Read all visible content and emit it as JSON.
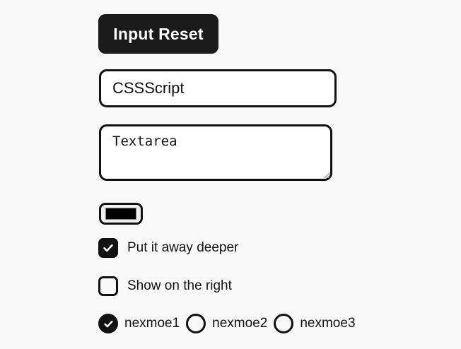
{
  "page": {
    "background_color": "#f8f8f8",
    "accent_color": "#111111"
  },
  "form": {
    "reset_button": {
      "label": "Input Reset"
    },
    "text_input": {
      "value": "CSSScript",
      "placeholder": "CSSScript"
    },
    "textarea": {
      "value": "Textarea",
      "placeholder": "Textarea"
    },
    "color_input": {
      "value": "#000000"
    },
    "checkboxes": [
      {
        "label": "Put it away deeper",
        "checked": true
      },
      {
        "label": "Show on the right",
        "checked": false
      }
    ],
    "radios": [
      {
        "label": "nexmoe1",
        "checked": true
      },
      {
        "label": "nexmoe2",
        "checked": false
      },
      {
        "label": "nexmoe3",
        "checked": false
      }
    ]
  }
}
